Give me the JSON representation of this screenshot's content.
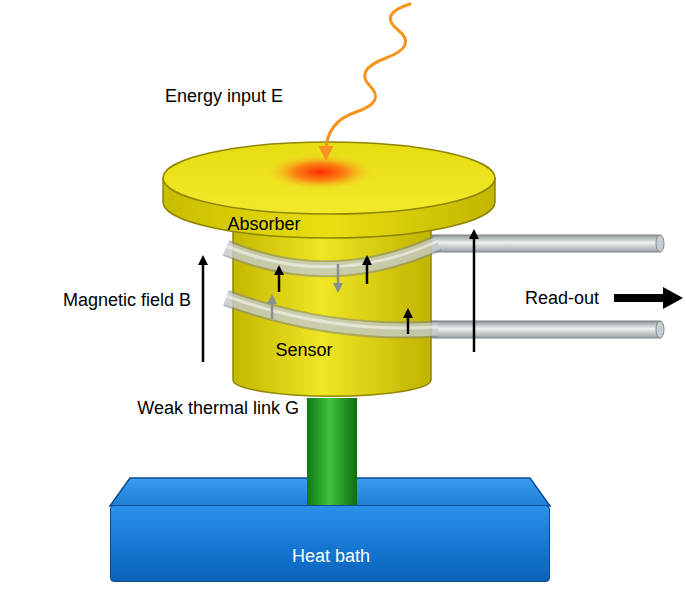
{
  "diagram": {
    "nodes": [
      {
        "text": [
          "Absorber"
        ]
      },
      {
        "text": [
          "Sensor"
        ]
      },
      {
        "text": [
          "Heat bath"
        ]
      }
    ],
    "edges": [
      {
        "from": 1,
        "to": 2,
        "arrow": "none",
        "label": "Weak thermal link G"
      }
    ],
    "labels": [
      "Energy input E",
      "Magnetic field B",
      "Read-out"
    ]
  }
}
